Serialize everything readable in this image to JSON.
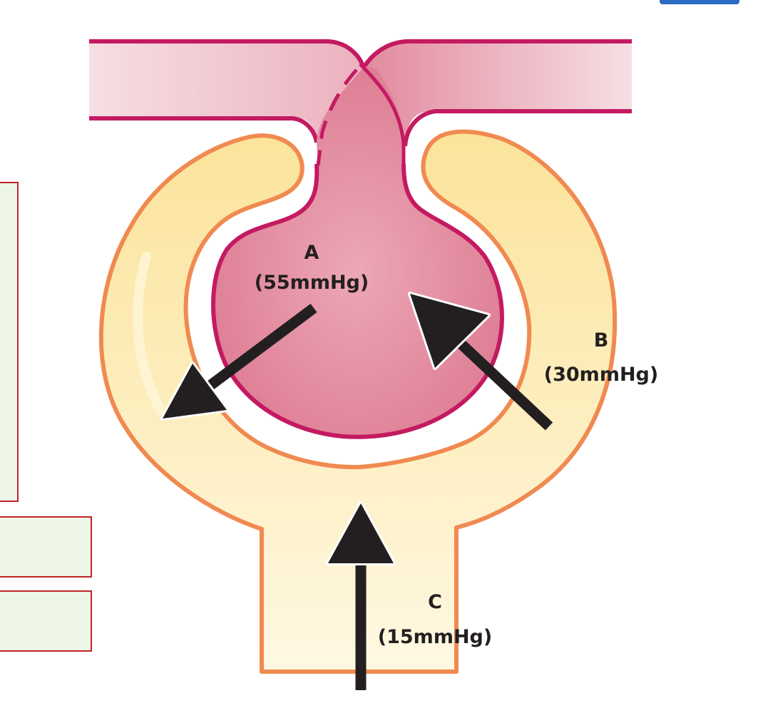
{
  "labels": {
    "a": {
      "letter": "A",
      "value": "(55mmHg)"
    },
    "b": {
      "letter": "B",
      "value": "(30mmHg)"
    },
    "c": {
      "letter": "C",
      "value": "(15mmHg)"
    }
  },
  "colors": {
    "vessel_fill": "#e58a9c",
    "vessel_outline": "#c41a62",
    "capsule_fill": "#fbe39a",
    "capsule_outline": "#f08a50",
    "arrow": "#231f20",
    "answer_box_fill": "#eef6e8",
    "answer_box_border": "#c0242a"
  }
}
